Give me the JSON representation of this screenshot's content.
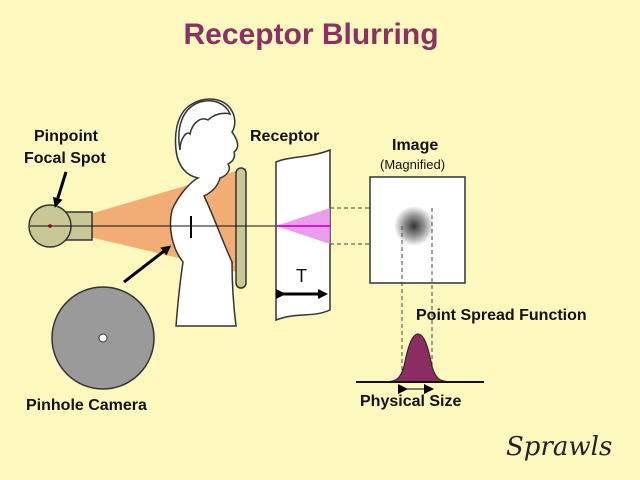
{
  "title": "Receptor Blurring",
  "labels": {
    "focal_spot_line1": "Pinpoint",
    "focal_spot_line2": "Focal Spot",
    "receptor": "Receptor",
    "image": "Image",
    "image_sub": "(Magnified)",
    "thickness": "T",
    "psf": "Point Spread Function",
    "physical_size": "Physical Size",
    "pinhole_camera": "Pinhole Camera",
    "signature": "Sprawls"
  },
  "colors": {
    "background": "#fdf8be",
    "title": "#8b3063",
    "beam": "#f0a46a",
    "source": "#c8c896",
    "cone": "#e58ce8",
    "psf_fill": "#8b2d63",
    "camera": "#9a9a9a"
  },
  "icons": [
    "x-ray-tube-icon",
    "patient-head-icon",
    "pinhole-camera-icon",
    "arrow-icon"
  ]
}
